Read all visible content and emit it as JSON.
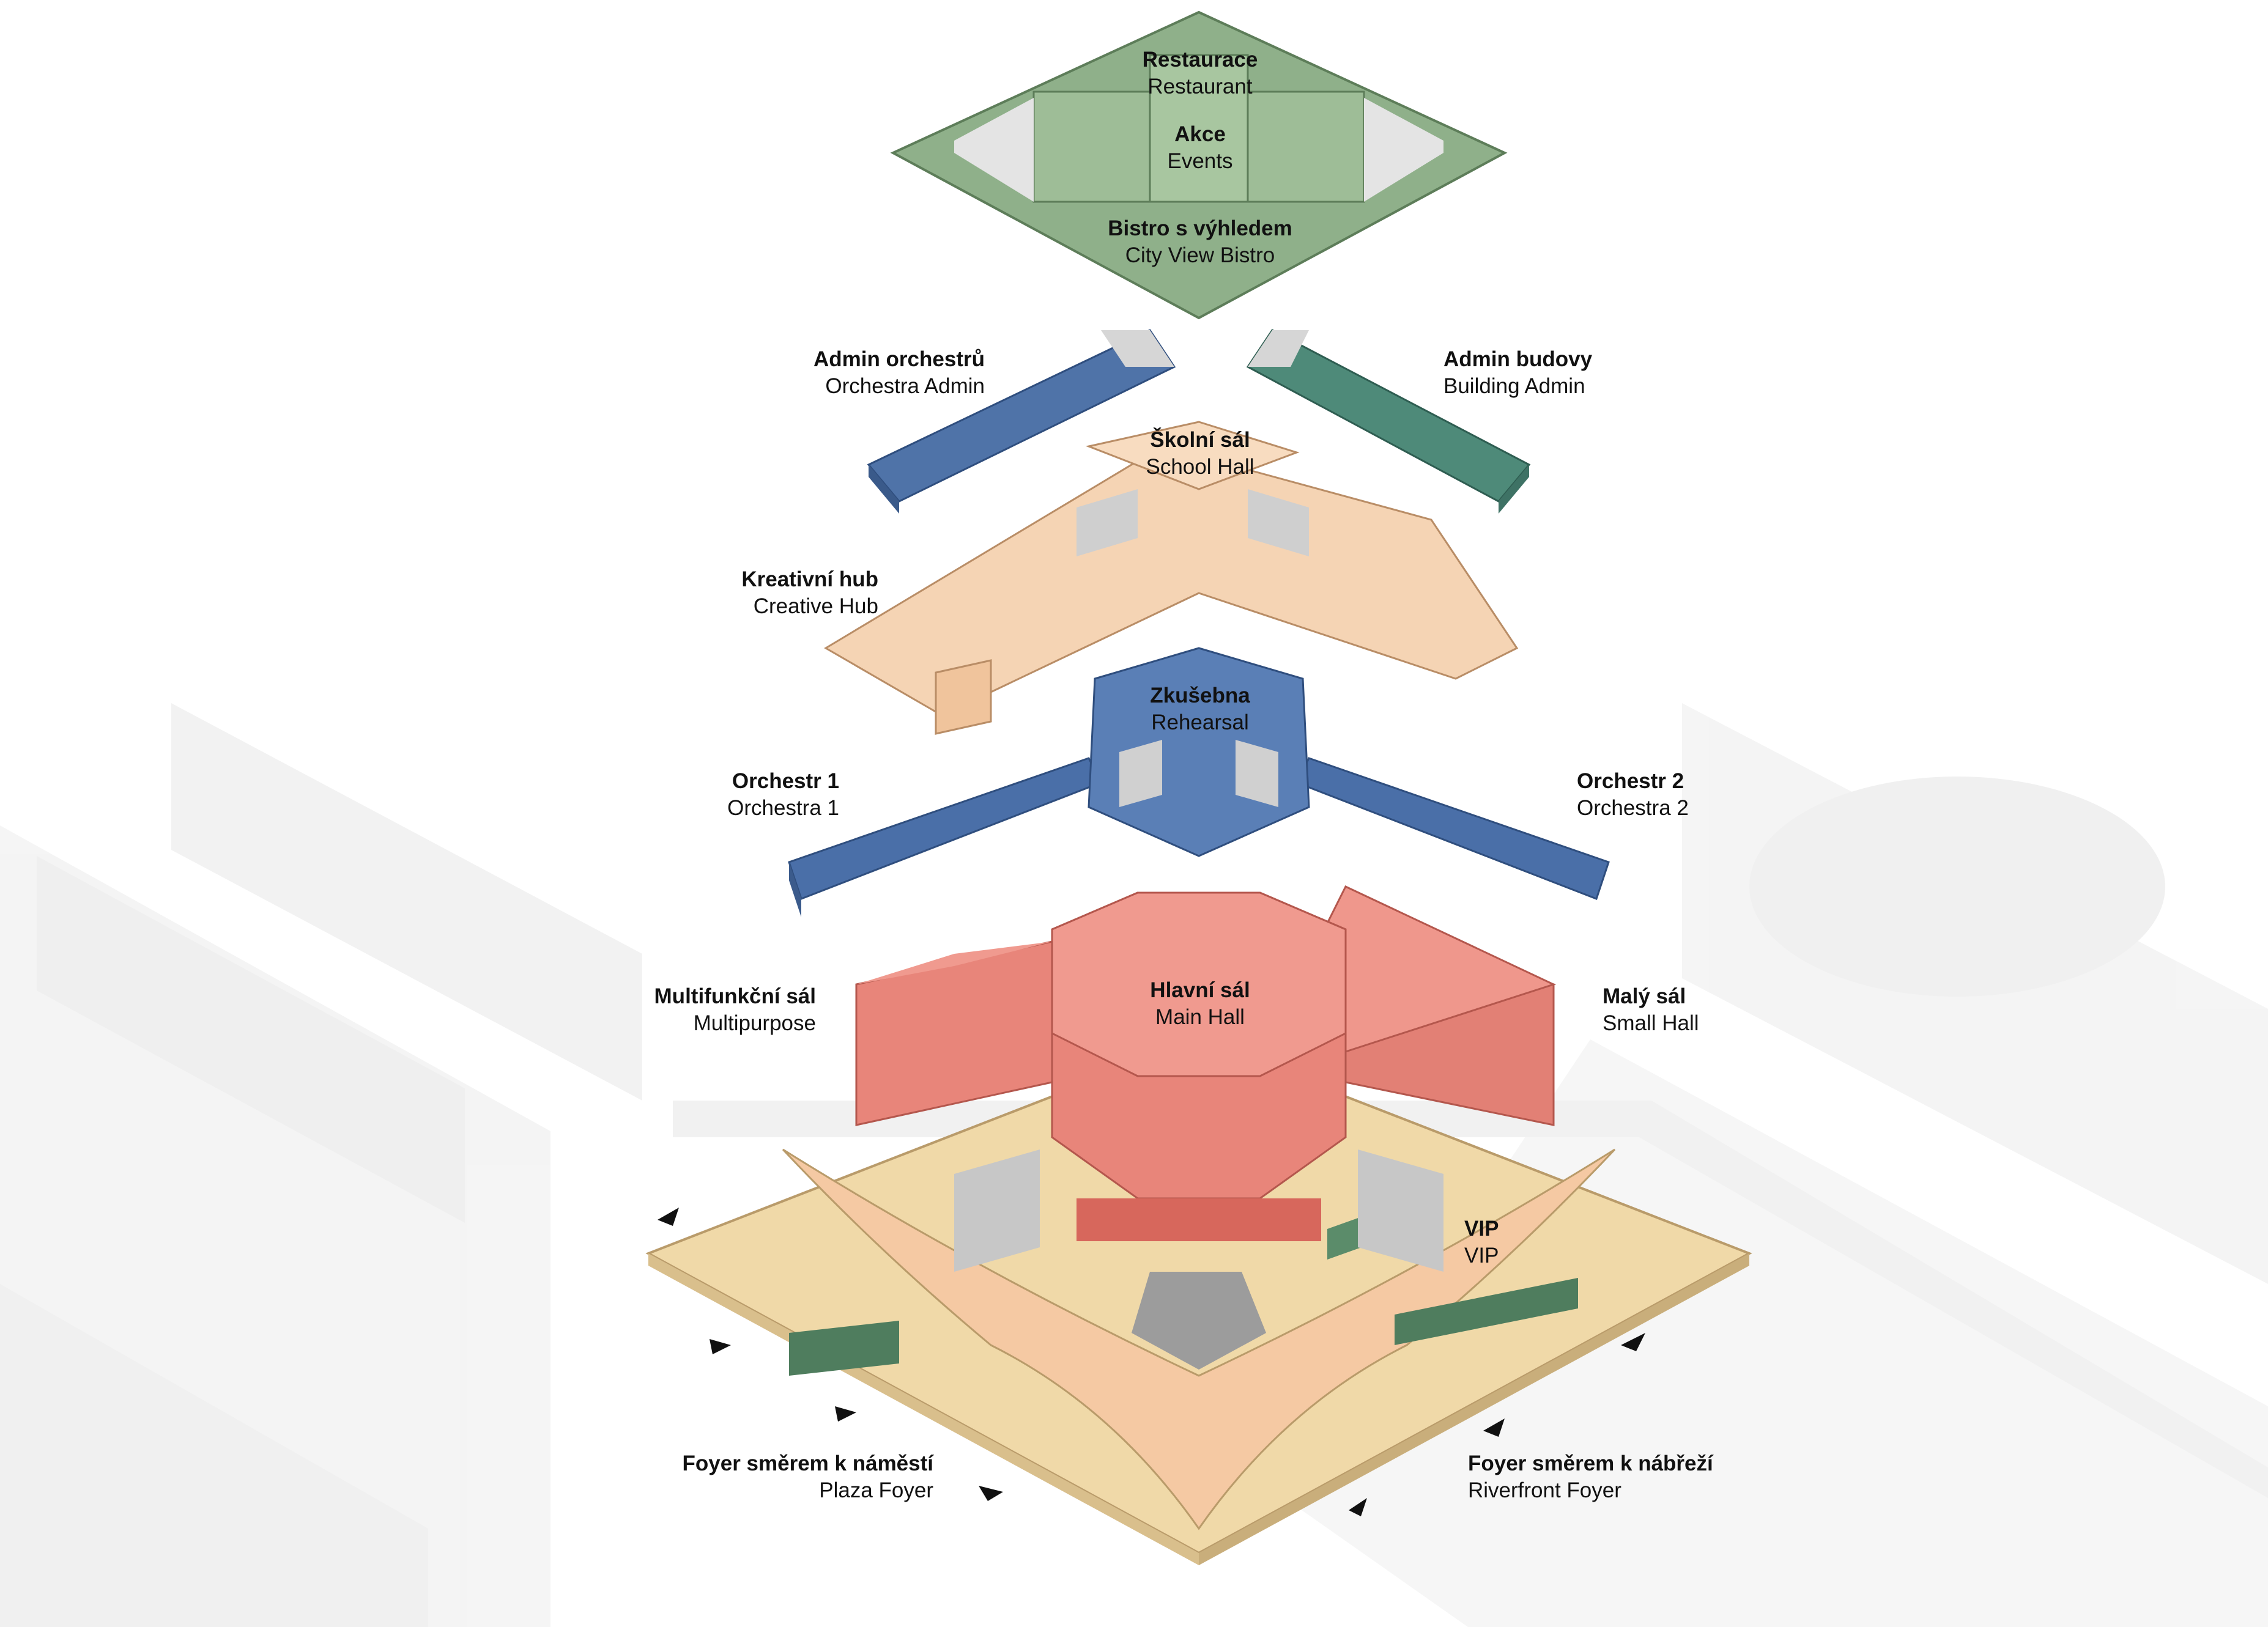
{
  "colors": {
    "restaurant": "#8fb08a",
    "admin_orchestra": "#4f73a8",
    "admin_building": "#4e8a79",
    "education": "#f5d4b4",
    "orchestra": "#4a6fa8",
    "halls": "#e8857a",
    "foyer": "#f0d9a8",
    "void": "#c9c9c9"
  },
  "levels": [
    {
      "id": "restaurant-level",
      "labels": [
        {
          "key": "restaurant",
          "cz": "Restaurace",
          "en": "Restaurant"
        },
        {
          "key": "events",
          "cz": "Akce",
          "en": "Events"
        },
        {
          "key": "bistro",
          "cz": "Bistro s výhledem",
          "en": "City View Bistro"
        }
      ]
    },
    {
      "id": "admin-level",
      "labels": [
        {
          "key": "orchestra-admin",
          "cz": "Admin orchestrů",
          "en": "Orchestra Admin"
        },
        {
          "key": "building-admin",
          "cz": "Admin budovy",
          "en": "Building Admin"
        }
      ]
    },
    {
      "id": "education-level",
      "labels": [
        {
          "key": "school-hall",
          "cz": "Školní sál",
          "en": "School Hall"
        },
        {
          "key": "creative-hub",
          "cz": "Kreativní hub",
          "en": "Creative Hub"
        }
      ]
    },
    {
      "id": "orchestra-level",
      "labels": [
        {
          "key": "rehearsal",
          "cz": "Zkušebna",
          "en": "Rehearsal"
        },
        {
          "key": "orchestra-1",
          "cz": "Orchestr 1",
          "en": "Orchestra 1"
        },
        {
          "key": "orchestra-2",
          "cz": "Orchestr 2",
          "en": "Orchestra 2"
        }
      ]
    },
    {
      "id": "halls-level",
      "labels": [
        {
          "key": "main-hall",
          "cz": "Hlavní sál",
          "en": "Main Hall"
        },
        {
          "key": "multipurpose",
          "cz": "Multifunkční sál",
          "en": "Multipurpose"
        },
        {
          "key": "small-hall",
          "cz": "Malý sál",
          "en": "Small Hall"
        }
      ]
    },
    {
      "id": "foyer-level",
      "labels": [
        {
          "key": "vip",
          "cz": "VIP",
          "en": "VIP"
        },
        {
          "key": "plaza-foyer",
          "cz": "Foyer směrem k náměstí",
          "en": "Plaza Foyer"
        },
        {
          "key": "riverfront-foyer",
          "cz": "Foyer směrem k nábřeží",
          "en": "Riverfront Foyer"
        }
      ]
    }
  ]
}
